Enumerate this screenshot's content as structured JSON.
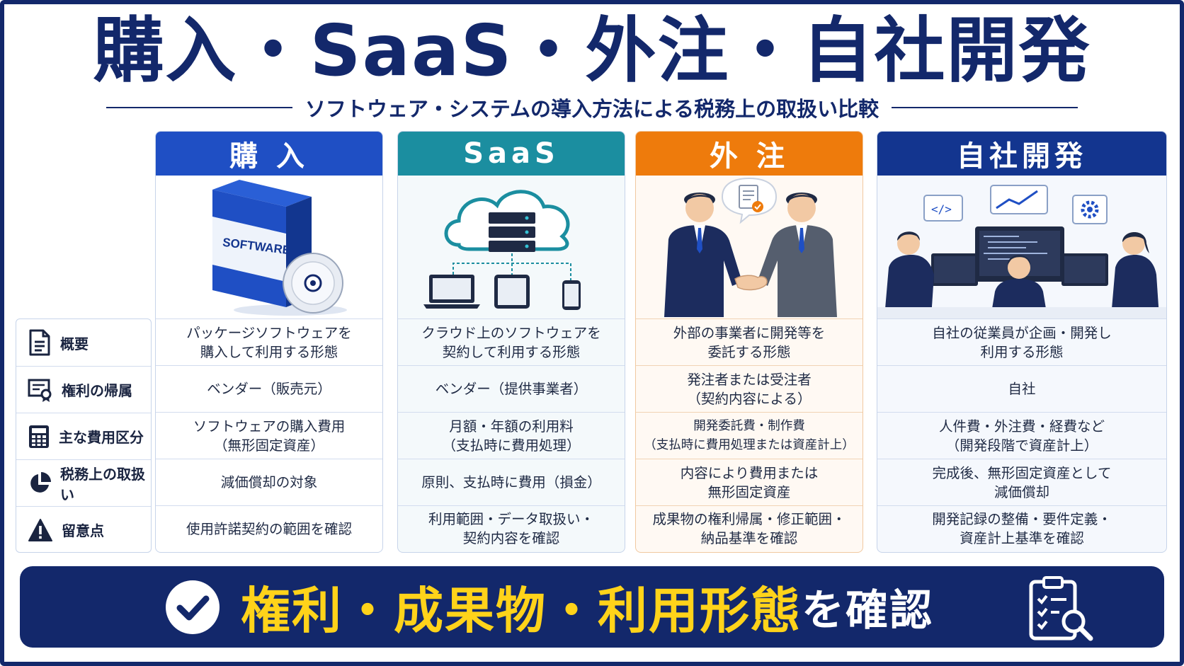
{
  "title": "購入・SaaS・外注・自社開発",
  "subtitle": "ソフトウェア・システムの導入方法による税務上の取扱い比較",
  "row_labels": [
    {
      "label": "概要",
      "icon": "document-icon"
    },
    {
      "label": "権利の帰属",
      "icon": "certificate-icon"
    },
    {
      "label": "主な費用区分",
      "icon": "calculator-icon"
    },
    {
      "label": "税務上の取扱い",
      "icon": "pie-chart-icon"
    },
    {
      "label": "留意点",
      "icon": "warning-icon"
    }
  ],
  "columns": [
    {
      "header": "購 入",
      "color": "#1f4fc4",
      "box_label": "SOFTWARE",
      "cells": [
        "パッケージソフトウェアを\n購入して利用する形態",
        "ベンダー（販売元）",
        "ソフトウェアの購入費用\n（無形固定資産）",
        "減価償却の対象",
        "使用許諾契約の範囲を確認"
      ]
    },
    {
      "header": "SaaS",
      "color": "#1b8ea0",
      "cells": [
        "クラウド上のソフトウェアを\n契約して利用する形態",
        "ベンダー（提供事業者）",
        "月額・年額の利用料\n（支払時に費用処理）",
        "原則、支払時に費用（損金）",
        "利用範囲・データ取扱い・\n契約内容を確認"
      ]
    },
    {
      "header": "外 注",
      "color": "#ee7b0c",
      "cells": [
        "外部の事業者に開発等を\n委託する形態",
        "発注者または受注者\n（契約内容による）",
        "開発委託費・制作費\n（支払時に費用処理または資産計上）",
        "内容により費用または\n無形固定資産",
        "成果物の権利帰属・修正範囲・\n納品基準を確認"
      ]
    },
    {
      "header": "自社開発",
      "color": "#13358f",
      "cells": [
        "自社の従業員が企画・開発し\n利用する形態",
        "自社",
        "人件費・外注費・経費など\n（開発段階で資産計上）",
        "完成後、無形固定資産として\n減価償却",
        "開発記録の整備・要件定義・\n資産計上基準を確認"
      ]
    }
  ],
  "banner": {
    "highlight": "権利・成果物・利用形態",
    "suffix": "を確認",
    "icons": [
      "check-icon",
      "clipboard-search-icon"
    ]
  },
  "colors": {
    "navy": "#13286b",
    "yellow": "#ffd31a"
  }
}
